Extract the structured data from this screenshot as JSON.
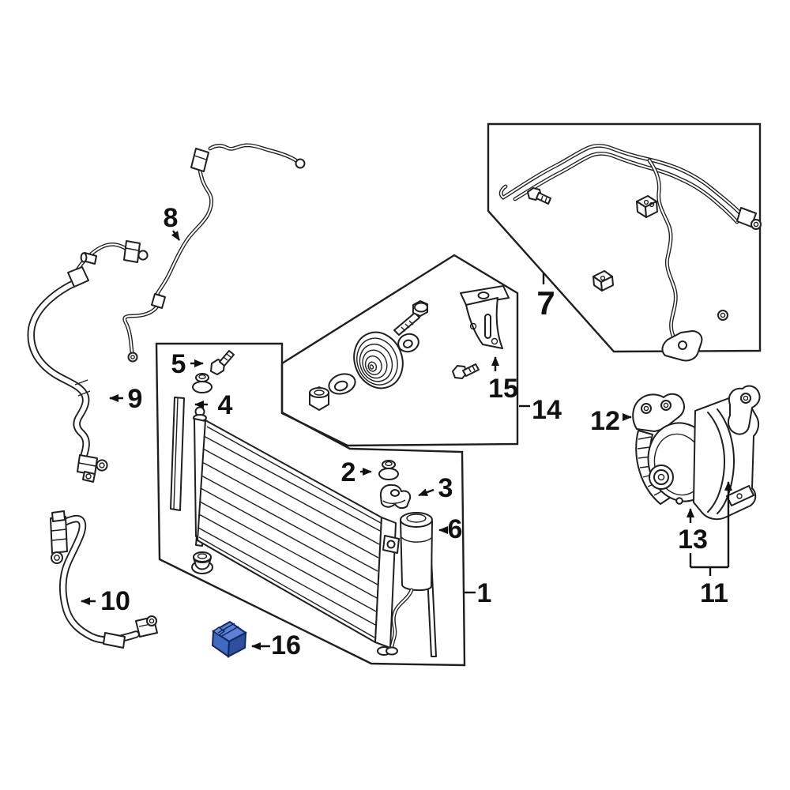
{
  "figure": {
    "type": "exploded-parts-diagram",
    "background_color": "#ffffff",
    "line_color": "#1f1f1f",
    "highlight_color": "#4169c0",
    "highlighted_callout": "16",
    "callouts": {
      "n1": "1",
      "n2": "2",
      "n3": "3",
      "n4": "4",
      "n5": "5",
      "n6": "6",
      "n7": "7",
      "n8": "8",
      "n9": "9",
      "n10": "10",
      "n11": "11",
      "n12": "12",
      "n13": "13",
      "n14": "14",
      "n15": "15",
      "n16": "16"
    }
  }
}
